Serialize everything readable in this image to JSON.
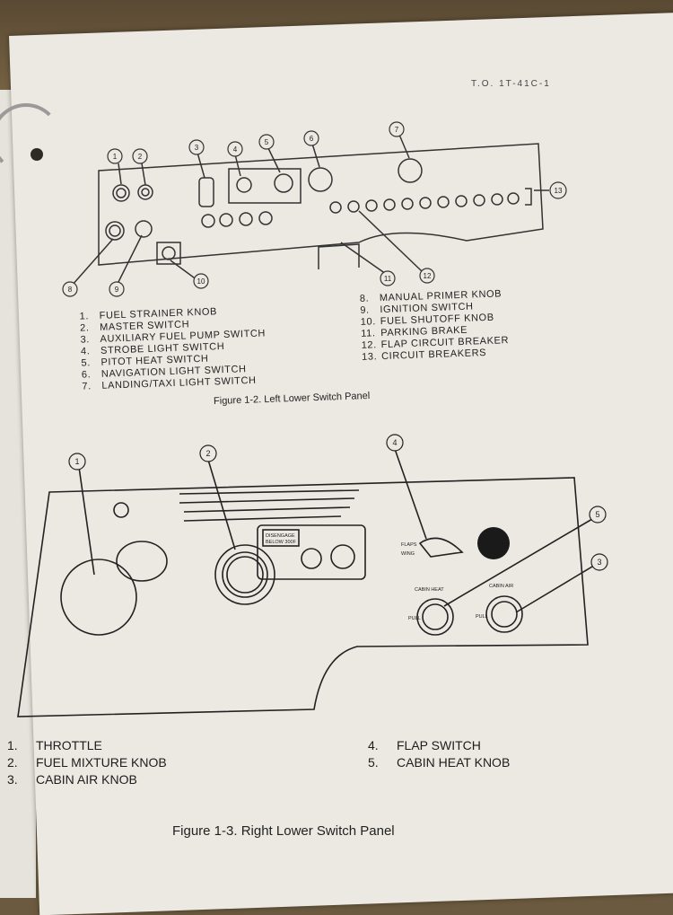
{
  "header": "T.O. 1T-41C-1",
  "figure1": {
    "callouts": [
      "1",
      "2",
      "3",
      "4",
      "5",
      "6",
      "7",
      "8",
      "9",
      "10",
      "11",
      "12",
      "13"
    ],
    "items_left": [
      {
        "num": "1.",
        "label": "FUEL STRAINER KNOB"
      },
      {
        "num": "2.",
        "label": "MASTER SWITCH"
      },
      {
        "num": "3.",
        "label": "AUXILIARY FUEL PUMP SWITCH"
      },
      {
        "num": "4.",
        "label": "STROBE LIGHT SWITCH"
      },
      {
        "num": "5.",
        "label": "PITOT HEAT SWITCH"
      },
      {
        "num": "6.",
        "label": "NAVIGATION LIGHT SWITCH"
      },
      {
        "num": "7.",
        "label": "LANDING/TAXI LIGHT SWITCH"
      }
    ],
    "items_right": [
      {
        "num": "8.",
        "label": "MANUAL PRIMER KNOB"
      },
      {
        "num": "9.",
        "label": "IGNITION SWITCH"
      },
      {
        "num": "10.",
        "label": "FUEL SHUTOFF KNOB"
      },
      {
        "num": "11.",
        "label": "PARKING BRAKE"
      },
      {
        "num": "12.",
        "label": "FLAP CIRCUIT BREAKER"
      },
      {
        "num": "13.",
        "label": "CIRCUIT BREAKERS"
      }
    ],
    "caption": "Figure 1-2. Left Lower Switch Panel"
  },
  "figure2": {
    "callouts": [
      "1",
      "2",
      "4",
      "5",
      "3"
    ],
    "panel_labels": {
      "disengage": "DISENGAGE",
      "below": "BELOW 300F",
      "cabin_heat": "CABIN HEAT",
      "cabin_air": "CABIN AIR",
      "pull": "PULL",
      "flaps": "FLAPS",
      "wing": "WING"
    },
    "items_left": [
      {
        "num": "1.",
        "label": "THROTTLE"
      },
      {
        "num": "2.",
        "label": "FUEL MIXTURE KNOB"
      },
      {
        "num": "3.",
        "label": "CABIN AIR KNOB"
      }
    ],
    "items_right": [
      {
        "num": "4.",
        "label": "FLAP SWITCH"
      },
      {
        "num": "5.",
        "label": "CABIN HEAT KNOB"
      }
    ],
    "caption": "Figure 1-3. Right Lower Switch Panel"
  }
}
